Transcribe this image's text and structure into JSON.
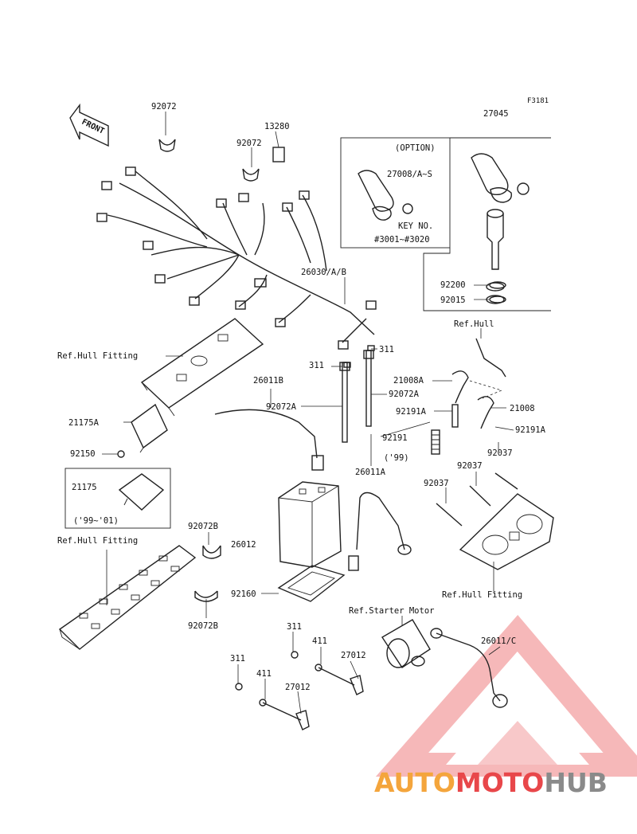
{
  "diagram_id": "F3181",
  "front_label": "FRONT",
  "option_box": {
    "title": "(OPTION)",
    "part": "27008/A~S",
    "key_no_label": "KEY NO.",
    "key_range": "#3001~#3020"
  },
  "ecu_box": {
    "part": "21175",
    "years": "('99~'01)"
  },
  "labels": {
    "p92072_top": "92072",
    "p13280": "13280",
    "p92072_mid": "92072",
    "p27045": "27045",
    "p26030": "26030/A/B",
    "p92200": "92200",
    "p92015": "92015",
    "ref_hull_right": "Ref.Hull",
    "ref_hull_fitting_1": "Ref.Hull Fitting",
    "p311_a": "311",
    "p311_b": "311",
    "p21008A": "21008A",
    "p92072A": "92072A",
    "p21008": "21008",
    "p26011B": "26011B",
    "p92072A_left": "92072A",
    "p92191A_1": "92191A",
    "p92191A_2": "92191A",
    "p21175A": "21175A",
    "p92191": "92191",
    "p92191_year": "('99)",
    "p92037_1": "92037",
    "p92150": "92150",
    "p26011A": "26011A",
    "p92037_2": "92037",
    "p92037_3": "92037",
    "p92072B_top": "92072B",
    "ref_hull_fitting_2": "Ref.Hull Fitting",
    "p26012": "26012",
    "p92160": "92160",
    "ref_hull_fitting_3": "Ref.Hull Fitting",
    "ref_starter": "Ref.Starter Motor",
    "p92072B_bot": "92072B",
    "p311_c": "311",
    "p411_a": "411",
    "p27012_a": "27012",
    "p26011C": "26011/C",
    "p311_d": "311",
    "p411_b": "411",
    "p27012_b": "27012"
  },
  "watermark": {
    "auto": "AUTO",
    "moto": "MOTO",
    "hub": "HUB",
    "color_orange": "#f4a53c",
    "color_red": "#e8474a",
    "color_grey": "#8a8a8a"
  }
}
